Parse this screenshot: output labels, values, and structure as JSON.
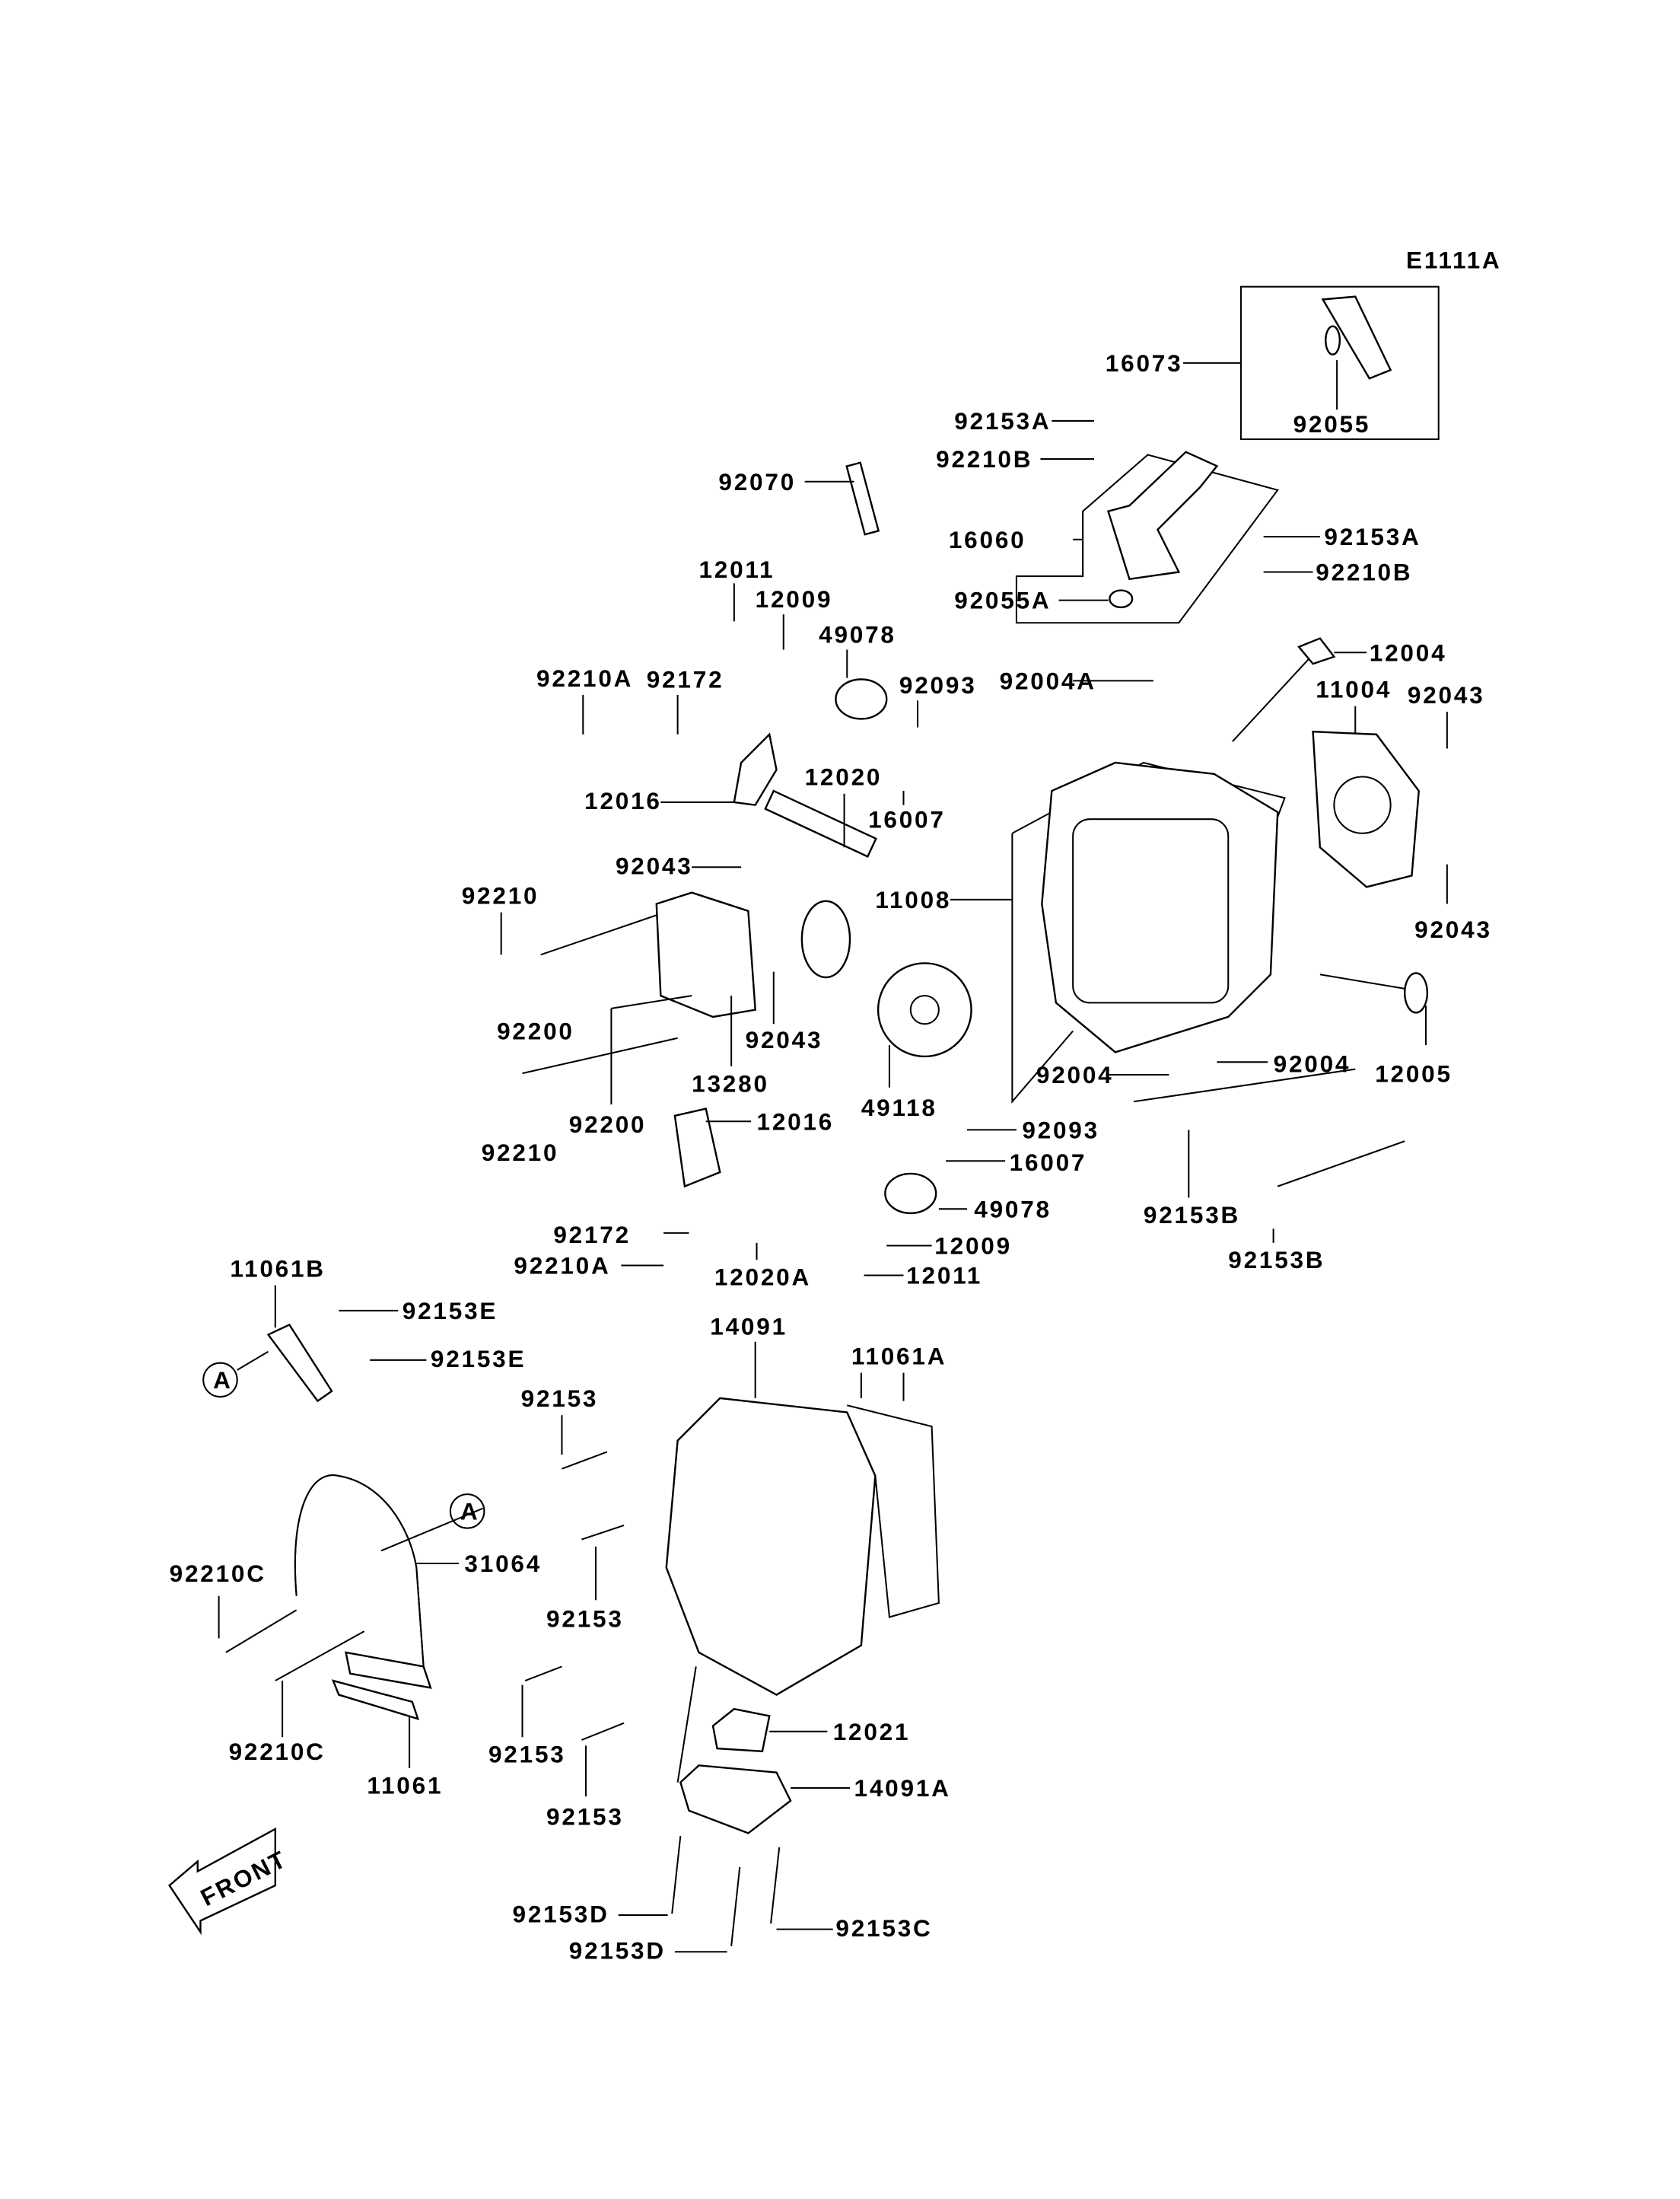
{
  "diagram_code": "E1111A",
  "labels": [
    "16073",
    "92055",
    "92153A",
    "92210B",
    "92070",
    "16060",
    "92153A",
    "92210B",
    "92055A",
    "12011",
    "12009",
    "49078",
    "92210A",
    "92172",
    "92093",
    "92004A",
    "12004",
    "11004",
    "92043",
    "12016",
    "12020",
    "16007",
    "11008",
    "92043",
    "92210",
    "92043",
    "92200",
    "92043",
    "13280",
    "49118",
    "92004",
    "92004",
    "12005",
    "92200",
    "92210",
    "12016",
    "92093",
    "16007",
    "49078",
    "92153B",
    "92172",
    "12009",
    "92210A",
    "12020A",
    "12011",
    "92153B",
    "11061B",
    "92153E",
    "92153E",
    "14091",
    "11061A",
    "92153",
    "31064",
    "92210C",
    "92153",
    "12021",
    "92210C",
    "92153",
    "11061",
    "92153",
    "14091A",
    "92153D",
    "92153C",
    "92153D"
  ],
  "reference_markers": [
    "A",
    "A"
  ],
  "front_indicator": "FRONT",
  "colors": {
    "line": "#000000",
    "background": "#ffffff"
  }
}
